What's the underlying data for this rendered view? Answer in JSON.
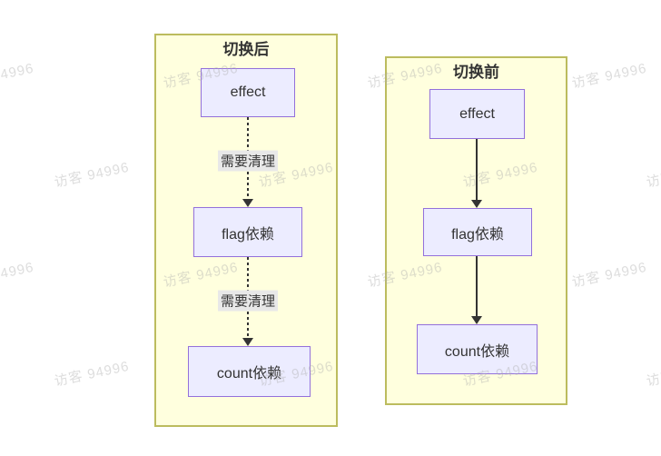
{
  "diagram": {
    "after": {
      "title": "切换后",
      "nodes": [
        {
          "label": "effect"
        },
        {
          "label": "flag依赖"
        },
        {
          "label": "count依赖"
        }
      ],
      "edge_labels": [
        "需要清理",
        "需要清理"
      ],
      "edge_style": "dashed"
    },
    "before": {
      "title": "切换前",
      "nodes": [
        {
          "label": "effect"
        },
        {
          "label": "flag依赖"
        },
        {
          "label": "count依赖"
        }
      ],
      "edge_labels": [],
      "edge_style": "solid"
    }
  },
  "watermark": {
    "text": "访客 94996"
  },
  "colors": {
    "node_fill": "#ececff",
    "node_border": "#9370db",
    "container_fill": "#ffffde",
    "container_border": "#bcbc5e",
    "edge": "#333333",
    "edge_label_bg": "#e8e8e8",
    "text": "#333333"
  }
}
